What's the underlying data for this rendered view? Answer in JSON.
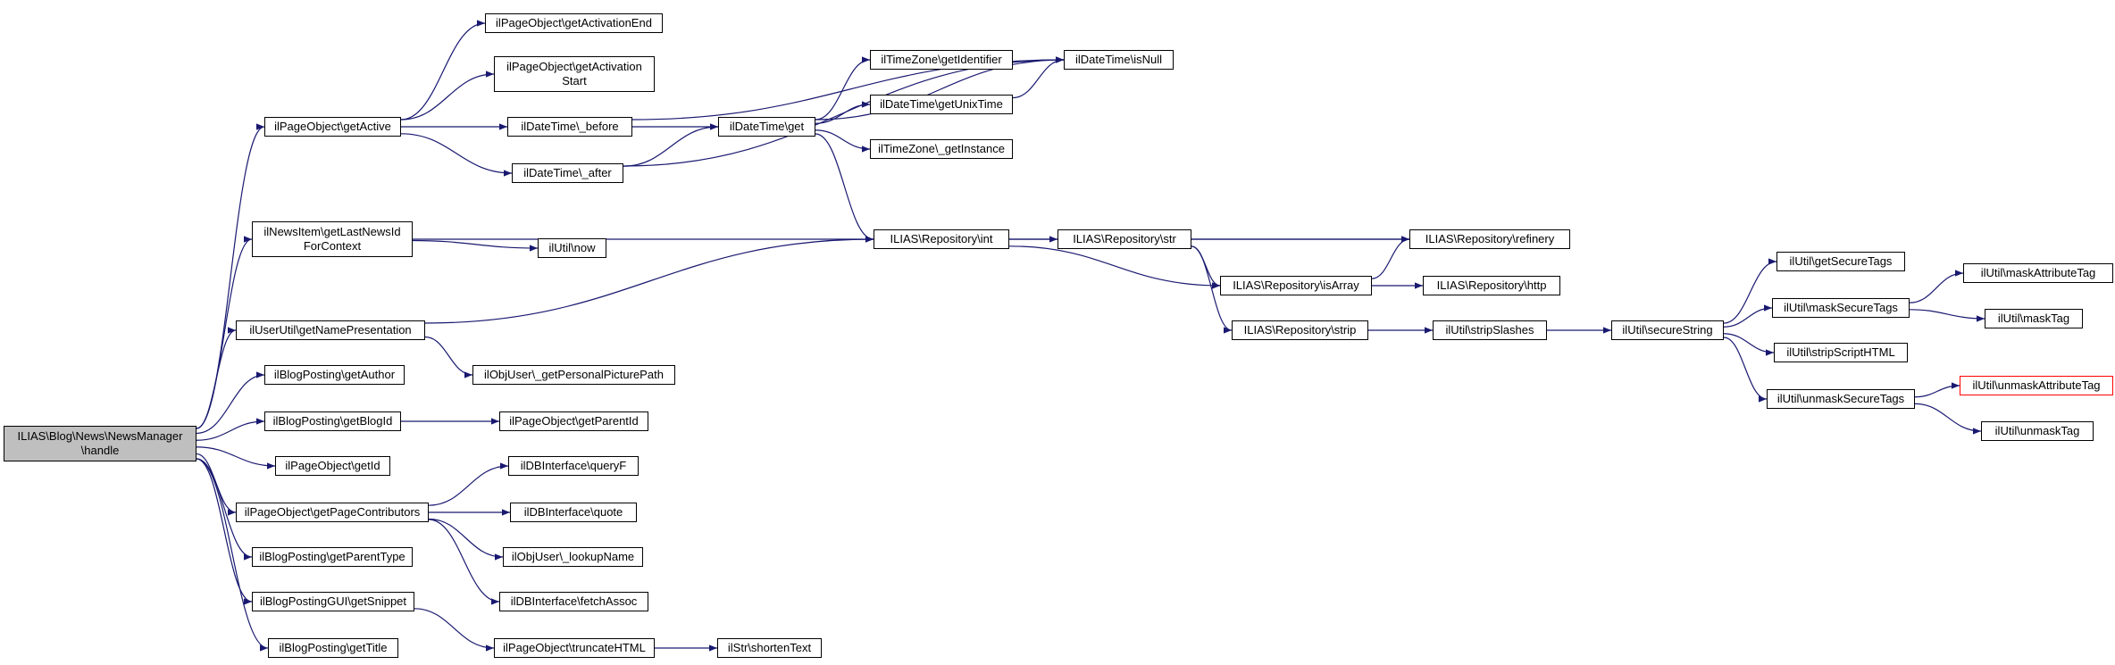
{
  "colors": {
    "edge": "#191970",
    "node_border": "#000000",
    "root_fill": "#bfbfbf",
    "highlight_border": "#ff0000"
  },
  "nodes": {
    "root": "ILIAS\\Blog\\News\\NewsManager\n\\handle",
    "pageobj_getActive": "ilPageObject\\getActive",
    "pageobj_getActivationEnd": "ilPageObject\\getActivationEnd",
    "pageobj_getActivationStart": "ilPageObject\\getActivation\nStart",
    "datetime_before": "ilDateTime\\_before",
    "datetime_after": "ilDateTime\\_after",
    "datetime_get": "ilDateTime\\get",
    "datetime_isNull": "ilDateTime\\isNull",
    "timezone_getIdentifier": "ilTimeZone\\getIdentifier",
    "datetime_getUnixTime": "ilDateTime\\getUnixTime",
    "timezone_getInstance": "ilTimeZone\\_getInstance",
    "newsitem_getLastNewsId": "ilNewsItem\\getLastNewsId\nForContext",
    "util_now": "ilUtil\\now",
    "repo_int": "ILIAS\\Repository\\int",
    "repo_str": "ILIAS\\Repository\\str",
    "repo_refinery": "ILIAS\\Repository\\refinery",
    "repo_isArray": "ILIAS\\Repository\\isArray",
    "repo_http": "ILIAS\\Repository\\http",
    "repo_strip": "ILIAS\\Repository\\strip",
    "userutil_getNamePresentation": "ilUserUtil\\getNamePresentation",
    "objuser_getPersonalPicturePath": "ilObjUser\\_getPersonalPicturePath",
    "util_stripSlashes": "ilUtil\\stripSlashes",
    "util_secureString": "ilUtil\\secureString",
    "util_getSecureTags": "ilUtil\\getSecureTags",
    "util_maskSecureTags": "ilUtil\\maskSecureTags",
    "util_maskAttributeTag": "ilUtil\\maskAttributeTag",
    "util_maskTag": "ilUtil\\maskTag",
    "util_stripScriptHTML": "ilUtil\\stripScriptHTML",
    "util_unmaskSecureTags": "ilUtil\\unmaskSecureTags",
    "util_unmaskAttributeTag": "ilUtil\\unmaskAttributeTag",
    "util_unmaskTag": "ilUtil\\unmaskTag",
    "blogposting_getAuthor": "ilBlogPosting\\getAuthor",
    "blogposting_getBlogId": "ilBlogPosting\\getBlogId",
    "pageobj_getParentId": "ilPageObject\\getParentId",
    "pageobj_getId": "ilPageObject\\getId",
    "pageobj_getPageContributors": "ilPageObject\\getPageContributors",
    "dbinterface_queryF": "ilDBInterface\\queryF",
    "dbinterface_quote": "ilDBInterface\\quote",
    "objuser_lookupName": "ilObjUser\\_lookupName",
    "dbinterface_fetchAssoc": "ilDBInterface\\fetchAssoc",
    "blogposting_getParentType": "ilBlogPosting\\getParentType",
    "blogpostinggui_getSnippet": "ilBlogPostingGUI\\getSnippet",
    "pageobj_truncateHTML": "ilPageObject\\truncateHTML",
    "str_shortenText": "ilStr\\shortenText",
    "blogposting_getTitle": "ilBlogPosting\\getTitle"
  },
  "edges": [
    [
      "root",
      "pageobj_getActive"
    ],
    [
      "root",
      "newsitem_getLastNewsId"
    ],
    [
      "root",
      "userutil_getNamePresentation"
    ],
    [
      "root",
      "blogposting_getAuthor"
    ],
    [
      "root",
      "blogposting_getBlogId"
    ],
    [
      "root",
      "pageobj_getId"
    ],
    [
      "root",
      "pageobj_getPageContributors"
    ],
    [
      "root",
      "blogposting_getParentType"
    ],
    [
      "root",
      "blogpostinggui_getSnippet"
    ],
    [
      "root",
      "blogposting_getTitle"
    ],
    [
      "pageobj_getActive",
      "pageobj_getActivationEnd"
    ],
    [
      "pageobj_getActive",
      "pageobj_getActivationStart"
    ],
    [
      "pageobj_getActive",
      "datetime_before"
    ],
    [
      "pageobj_getActive",
      "datetime_after"
    ],
    [
      "datetime_before",
      "datetime_isNull"
    ],
    [
      "datetime_before",
      "datetime_get"
    ],
    [
      "datetime_after",
      "datetime_get"
    ],
    [
      "datetime_after",
      "datetime_isNull"
    ],
    [
      "datetime_get",
      "datetime_isNull"
    ],
    [
      "datetime_get",
      "timezone_getIdentifier"
    ],
    [
      "datetime_get",
      "datetime_getUnixTime"
    ],
    [
      "datetime_get",
      "timezone_getInstance"
    ],
    [
      "datetime_get",
      "repo_int"
    ],
    [
      "datetime_getUnixTime",
      "datetime_isNull"
    ],
    [
      "newsitem_getLastNewsId",
      "repo_int"
    ],
    [
      "newsitem_getLastNewsId",
      "util_now"
    ],
    [
      "userutil_getNamePresentation",
      "repo_int"
    ],
    [
      "userutil_getNamePresentation",
      "objuser_getPersonalPicturePath"
    ],
    [
      "repo_int",
      "repo_str"
    ],
    [
      "repo_int",
      "repo_refinery"
    ],
    [
      "repo_int",
      "repo_isArray"
    ],
    [
      "repo_str",
      "repo_refinery"
    ],
    [
      "repo_str",
      "repo_isArray"
    ],
    [
      "repo_str",
      "repo_strip"
    ],
    [
      "repo_isArray",
      "repo_refinery"
    ],
    [
      "repo_isArray",
      "repo_http"
    ],
    [
      "repo_strip",
      "util_stripSlashes"
    ],
    [
      "util_stripSlashes",
      "util_secureString"
    ],
    [
      "util_secureString",
      "util_getSecureTags"
    ],
    [
      "util_secureString",
      "util_maskSecureTags"
    ],
    [
      "util_secureString",
      "util_stripScriptHTML"
    ],
    [
      "util_secureString",
      "util_unmaskSecureTags"
    ],
    [
      "util_maskSecureTags",
      "util_maskAttributeTag"
    ],
    [
      "util_maskSecureTags",
      "util_maskTag"
    ],
    [
      "util_unmaskSecureTags",
      "util_unmaskAttributeTag"
    ],
    [
      "util_unmaskSecureTags",
      "util_unmaskTag"
    ],
    [
      "blogposting_getBlogId",
      "pageobj_getParentId"
    ],
    [
      "pageobj_getPageContributors",
      "dbinterface_queryF"
    ],
    [
      "pageobj_getPageContributors",
      "dbinterface_quote"
    ],
    [
      "pageobj_getPageContributors",
      "objuser_lookupName"
    ],
    [
      "pageobj_getPageContributors",
      "dbinterface_fetchAssoc"
    ],
    [
      "blogpostinggui_getSnippet",
      "pageobj_truncateHTML"
    ],
    [
      "pageobj_truncateHTML",
      "str_shortenText"
    ]
  ]
}
